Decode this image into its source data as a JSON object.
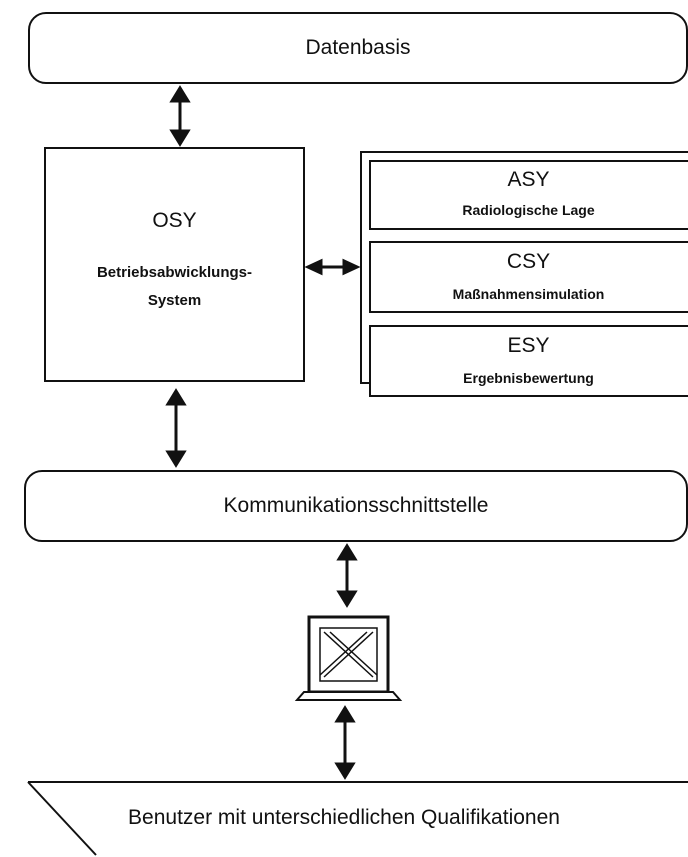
{
  "datenbasis": "Datenbasis",
  "osy": {
    "title": "OSY",
    "subtitle_line1": "Betriebsabwicklungs-",
    "subtitle_line2": "System"
  },
  "modules": [
    {
      "title": "ASY",
      "subtitle": "Radiologische Lage"
    },
    {
      "title": "CSY",
      "subtitle": "Maßnahmensimulation"
    },
    {
      "title": "ESY",
      "subtitle": "Ergebnisbewertung"
    }
  ],
  "kommunikation": "Kommunikationsschnittstelle",
  "benutzer": "Benutzer mit unterschiedlichen Qualifikationen",
  "icons": {
    "terminal": "x-terminal-icon",
    "arrow": "double-arrow-icon"
  }
}
